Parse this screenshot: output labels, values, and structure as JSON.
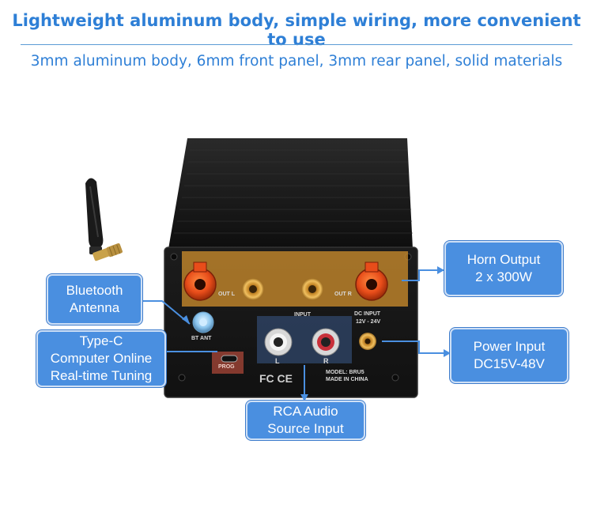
{
  "header": {
    "title": "Lightweight aluminum body, simple wiring, more convenient to use",
    "subtitle": "3mm aluminum body, 6mm front panel, 3mm rear panel, solid materials"
  },
  "callouts": {
    "bluetooth": [
      "Bluetooth",
      "Antenna"
    ],
    "typec": [
      "Type-C",
      "Computer Online",
      "Real-time Tuning"
    ],
    "horn": [
      "Horn Output",
      "2 x 300W"
    ],
    "power": [
      "Power Input",
      "DC15V-48V"
    ],
    "rca": [
      "RCA Audio",
      "Source Input"
    ]
  },
  "panel_labels": {
    "out_left": "OUT L",
    "out_right": "OUT R",
    "input": "INPUT",
    "dc_input": "DC INPUT",
    "dc_range": "12V - 24V",
    "bt_ant": "BT ANT",
    "prog": "PROG",
    "rca_left": "L",
    "rca_right": "R",
    "model": "MODEL: BRU5",
    "made_in": "MADE IN CHINA",
    "cert": "FC CE"
  },
  "colors": {
    "accent": "#2e7fd6",
    "callout_fill": "#4a8fe0",
    "connector_line": "#4a8fe0",
    "terminal_red": "#e84d1a",
    "terminal_gold": "#d8a042",
    "highlight_orange": "#c98a2c",
    "chassis": "#1b1b1b"
  }
}
